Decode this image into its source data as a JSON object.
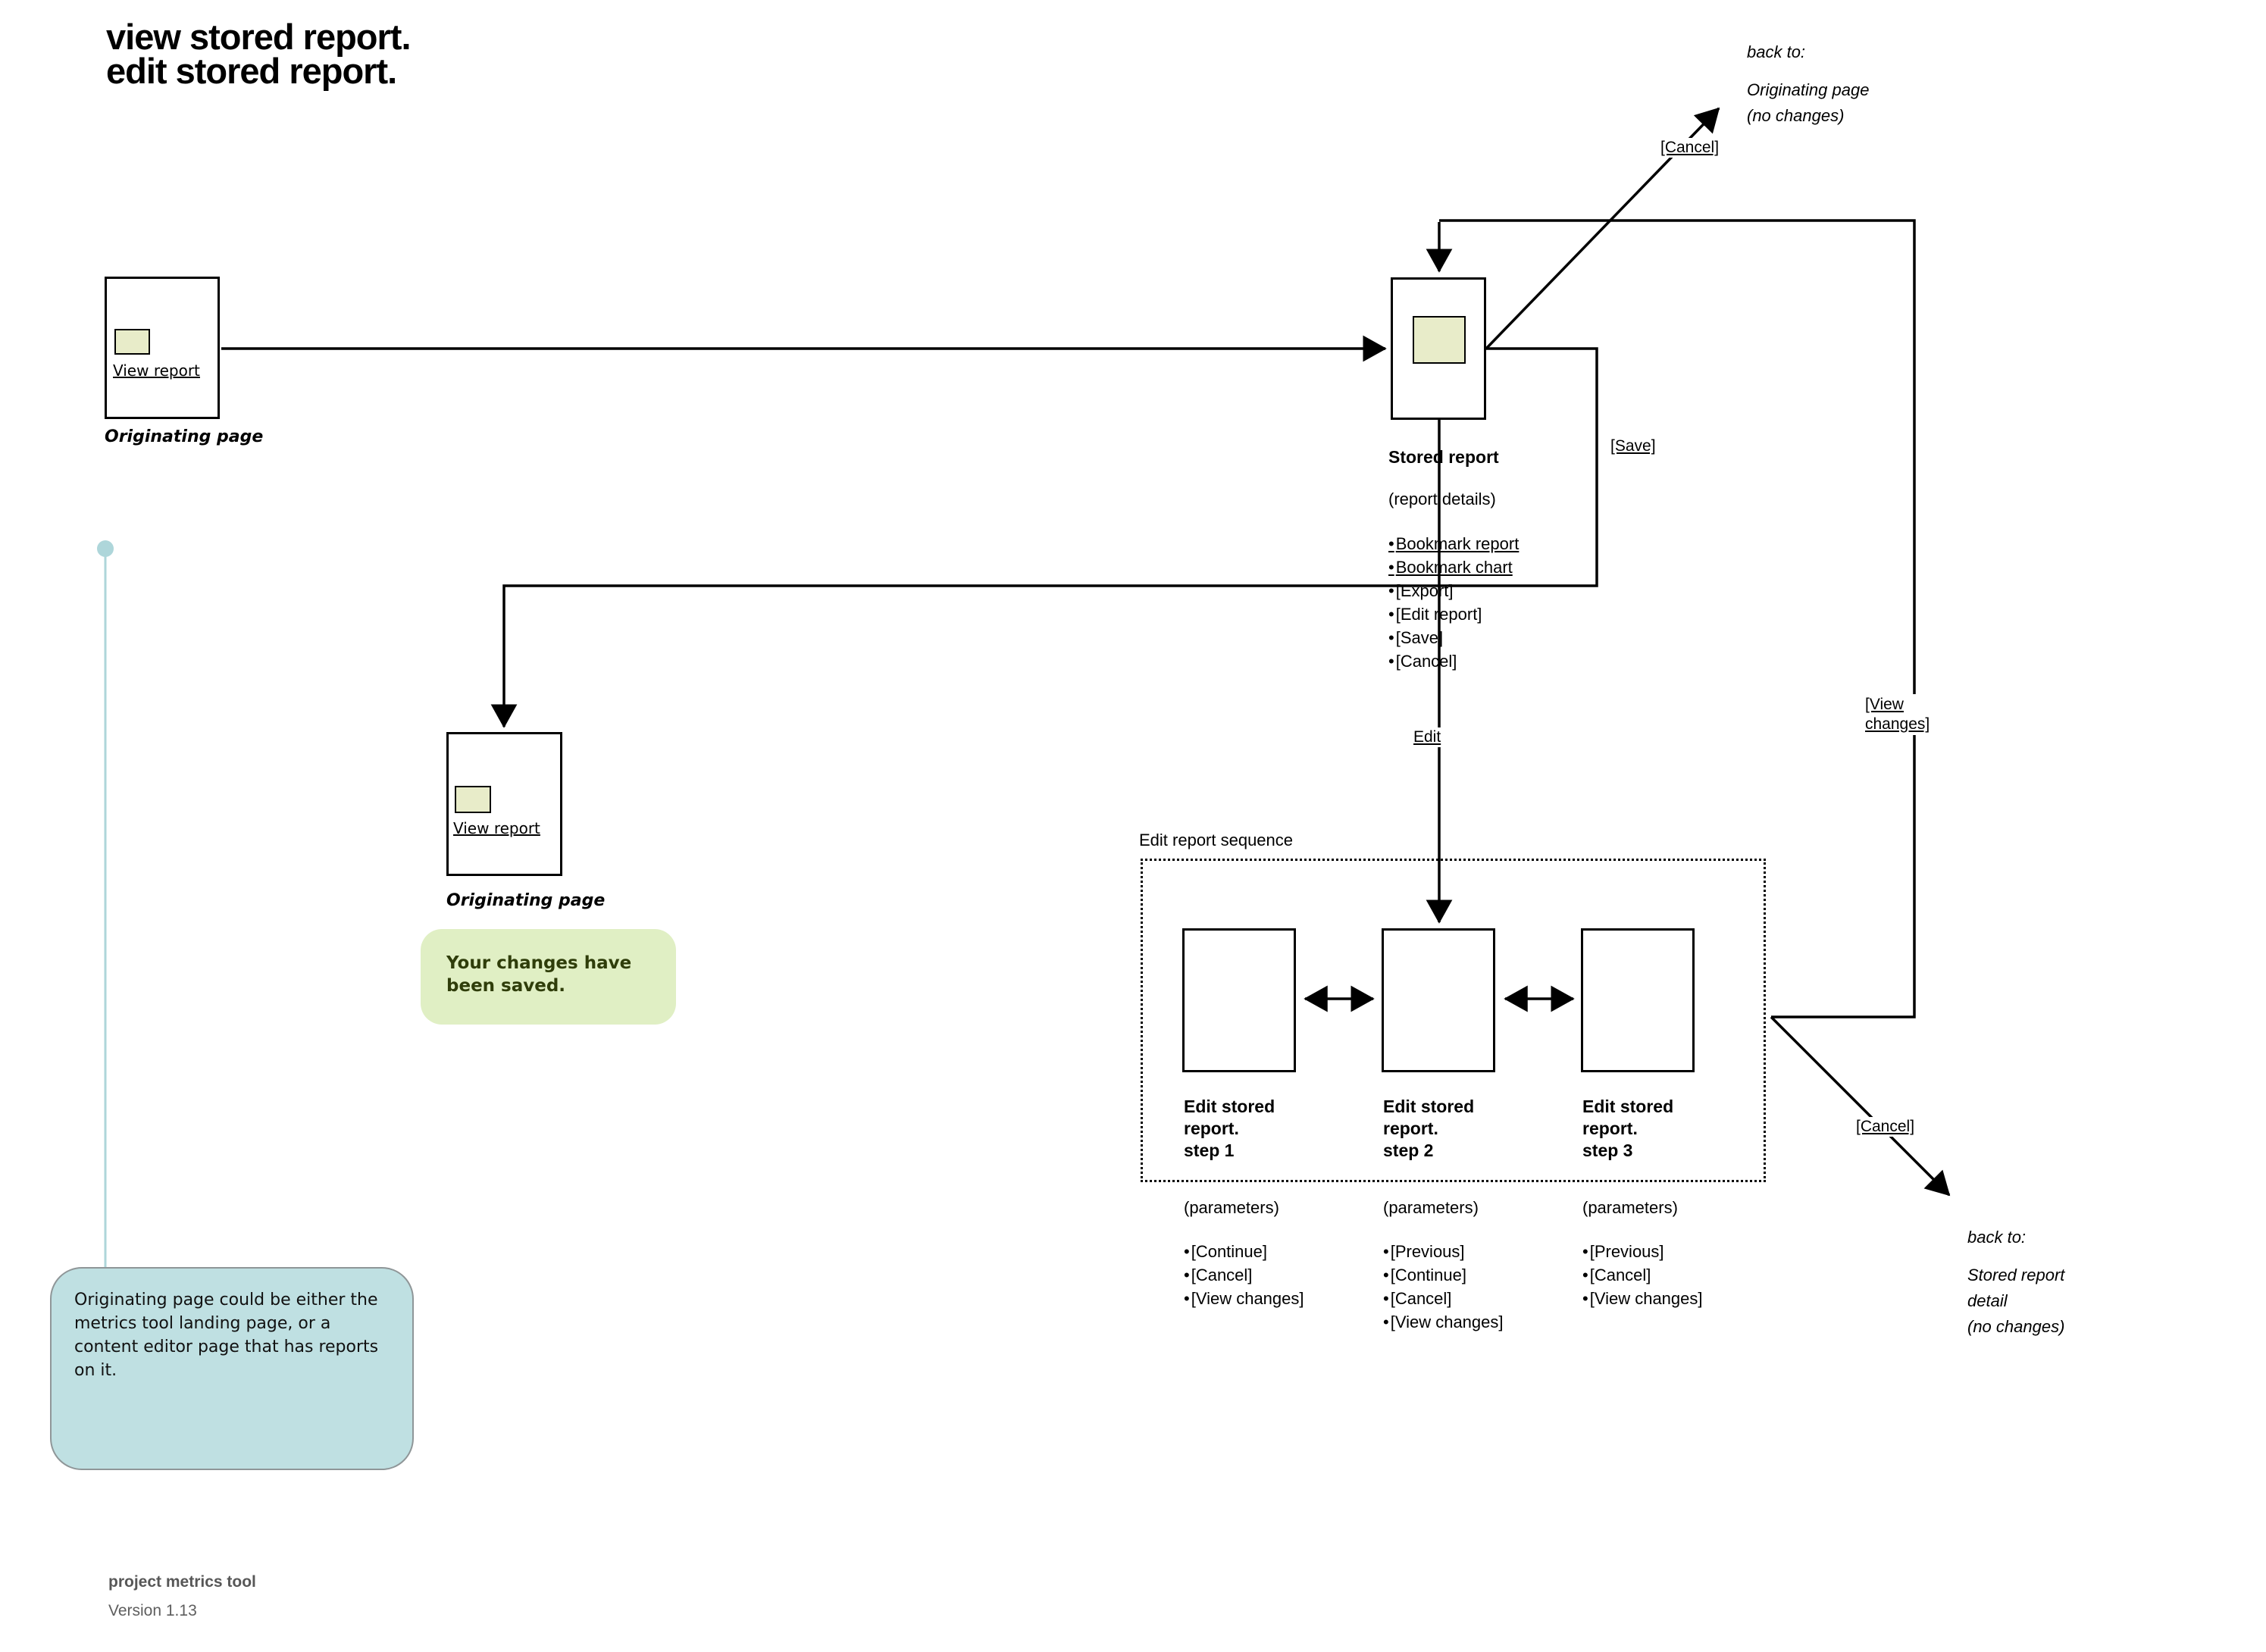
{
  "title": {
    "line1": "view stored report.",
    "line2": "edit stored report."
  },
  "colors": {
    "line": "#000000",
    "thumb_fill": "#e8ecc9",
    "toast_bg": "#e0efc4",
    "toast_text": "#2f3d0a",
    "note_bg": "#bfe0e2",
    "connector_teal": "#aed6da",
    "footer_text": "#575757"
  },
  "origin_page_top": {
    "link_label": "View report",
    "caption": "Originating page"
  },
  "stored_report": {
    "heading": "Stored report",
    "details_note": "(report details)",
    "actions": [
      "Bookmark report",
      "Bookmark chart",
      "[Export]",
      "[Edit report]",
      "[Save]",
      "[Cancel]"
    ],
    "edit_link_label": "Edit",
    "save_link_label": "[Save]"
  },
  "back_to_originating": {
    "cancel_link_label": "[Cancel]",
    "prefix": "back to:",
    "line1": "Originating page",
    "line2": "(no changes)"
  },
  "view_changes_link": {
    "line1": "[View",
    "line2": "changes]"
  },
  "edit_sequence": {
    "caption": "Edit report sequence",
    "steps": [
      {
        "line1": "Edit stored",
        "line2": "report.",
        "line3": "step 1",
        "params": "(parameters)",
        "actions": [
          "[Continue]",
          "[Cancel]",
          "[View changes]"
        ]
      },
      {
        "line1": "Edit stored",
        "line2": "report.",
        "line3": "step 2",
        "params": "(parameters)",
        "actions": [
          "[Previous]",
          "[Continue]",
          "[Cancel]",
          "[View changes]"
        ]
      },
      {
        "line1": "Edit stored",
        "line2": "report.",
        "line3": "step 3",
        "params": "(parameters)",
        "actions": [
          "[Previous]",
          "[Cancel]",
          "[View changes]"
        ]
      }
    ]
  },
  "back_to_stored": {
    "cancel_link_label": "[Cancel]",
    "prefix": "back to:",
    "line1": "Stored report",
    "line2": "detail",
    "line3": "(no changes)"
  },
  "origin_page_saved": {
    "link_label": "View report",
    "caption": "Originating page",
    "toast_text": "Your changes have been saved."
  },
  "note_callout": {
    "text": "Originating page could be either the metrics tool landing page, or a content editor page that has reports on it."
  },
  "footer": {
    "app_name": "project metrics tool",
    "version": "Version 1.13"
  }
}
